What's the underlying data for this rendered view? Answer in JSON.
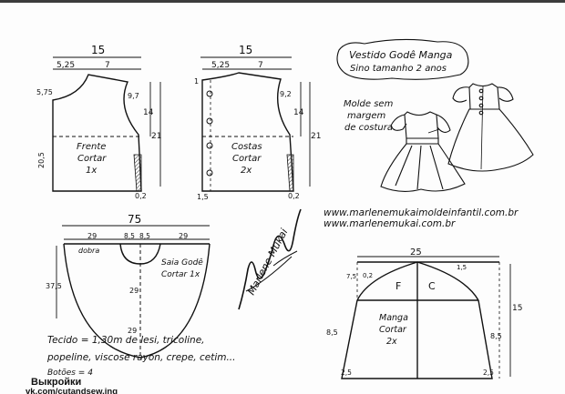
{
  "title": {
    "line1": "Vestido Godê Manga",
    "line2": "Sino tamanho 2 anos"
  },
  "mold_note": {
    "line1": "Molde sem",
    "line2": "margem",
    "line3": "de costura"
  },
  "websites": [
    "www.marlenemukaimoldeinfantil.com.br",
    "www.marlenemukai.com.br"
  ],
  "front": {
    "width": "15",
    "neck": "5,25",
    "shoulder": "7",
    "neck_depth": "5,75",
    "armhole_depth": "9,7",
    "side": "14",
    "length": "21",
    "waist": "20,5",
    "hem": "0,2",
    "label1": "Frente",
    "label2": "Cortar",
    "label3": "1x"
  },
  "back": {
    "width": "15",
    "neck": "5,25",
    "shoulder": "7",
    "neck_depth": "1",
    "armhole_depth": "9,2",
    "side": "14",
    "length": "21",
    "extension": "1,5",
    "hem": "0,2",
    "label1": "Costas",
    "label2": "Cortar",
    "label3": "2x"
  },
  "skirt": {
    "width": "75",
    "left": "29",
    "center1": "8,5",
    "center2": "8,5",
    "right": "29",
    "fold": "dobra",
    "radius_left": "37,5",
    "radius_center": "29",
    "label1": "Saia Godê",
    "label2": "Cortar 1x"
  },
  "sleeve": {
    "width": "25",
    "cap_left": "7,5",
    "cap_l2": "0,2",
    "cap_right": "1,5",
    "front_mark": "F",
    "back_mark": "C",
    "length": "15",
    "side_left": "8,5",
    "side_right": "8,5",
    "hem_left": "2,5",
    "hem_right": "2,5",
    "label1": "Manga",
    "label2": "Cortar",
    "label3": "2x"
  },
  "fabric": {
    "line1": "Tecido = 1,30m   de lesi, tricoline,",
    "line2": "popeline, viscose rayon, crepe, cetim...",
    "line3": "Botões = 4"
  },
  "signature": "Marlene Mukai",
  "footer": {
    "title": "Выкройки",
    "link": "vk.com/cutandsew.ing"
  },
  "colors": {
    "ink": "#111111",
    "seam": "#9a9a9a",
    "fill_hatch": "#444444"
  }
}
